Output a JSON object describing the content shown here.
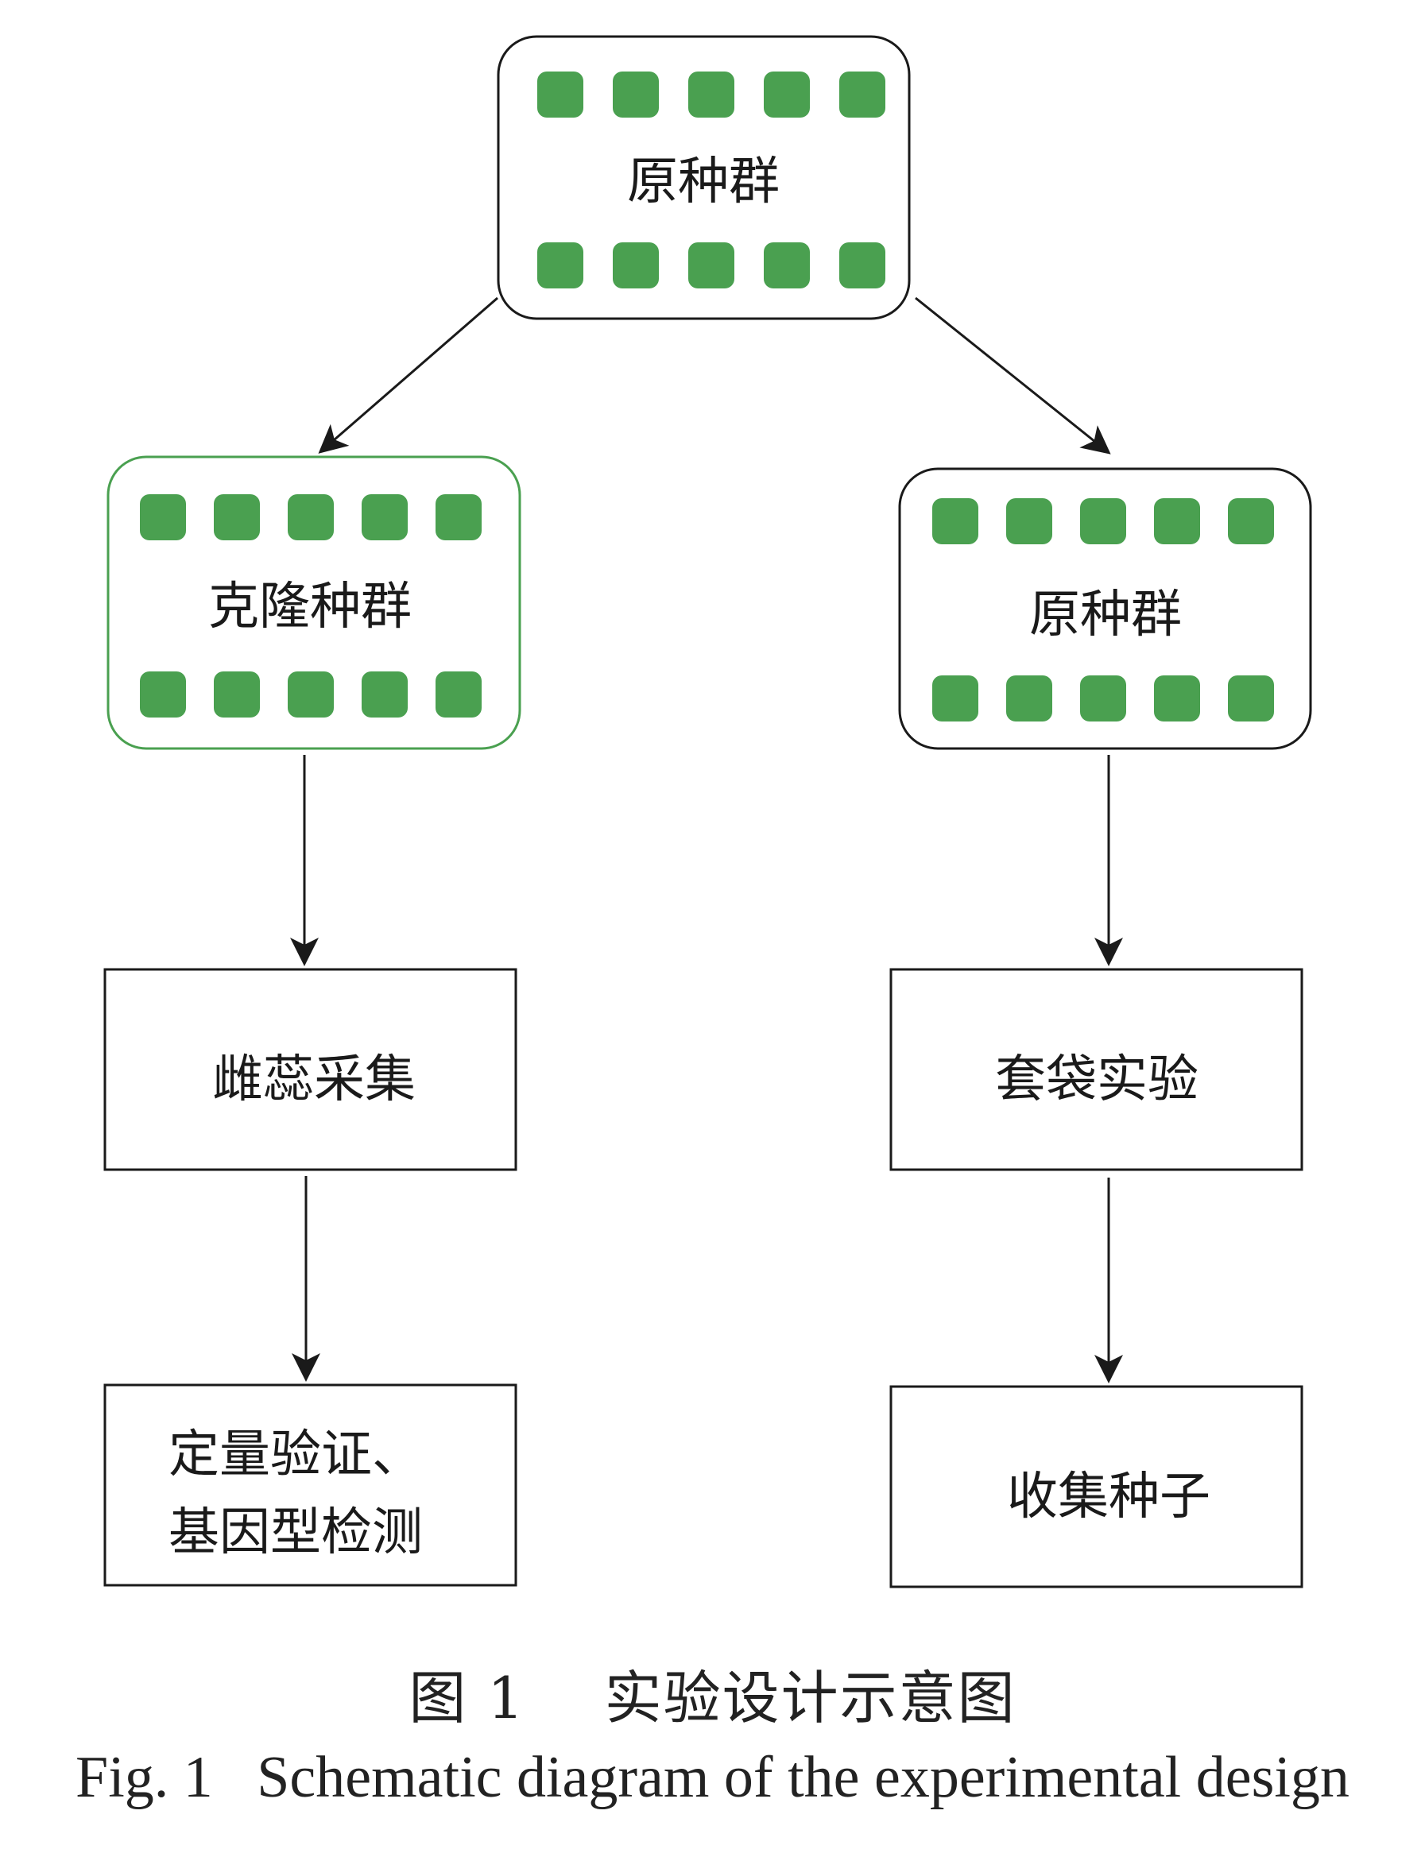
{
  "nodes": {
    "top": {
      "label": "原种群",
      "style": "population-original"
    },
    "left_pop": {
      "label": "克隆种群",
      "style": "population-clone"
    },
    "right_pop": {
      "label": "原种群",
      "style": "population-original"
    },
    "left_step1": {
      "label": "雌蕊采集"
    },
    "left_step2": {
      "label_line1": "定量验证、",
      "label_line2": "基因型检测"
    },
    "right_step1": {
      "label": "套袋实验"
    },
    "right_step2": {
      "label": "收集种子"
    }
  },
  "population_icon": {
    "squares_per_row": 5,
    "rows": 2,
    "color": "#4aa050"
  },
  "colors": {
    "line": "#1a1a1a",
    "clone_border": "#4aa050",
    "square_fill": "#4aa050"
  },
  "caption": {
    "chinese": "图 1    实验设计示意图",
    "english": "Fig. 1   Schematic diagram of the experimental design"
  }
}
